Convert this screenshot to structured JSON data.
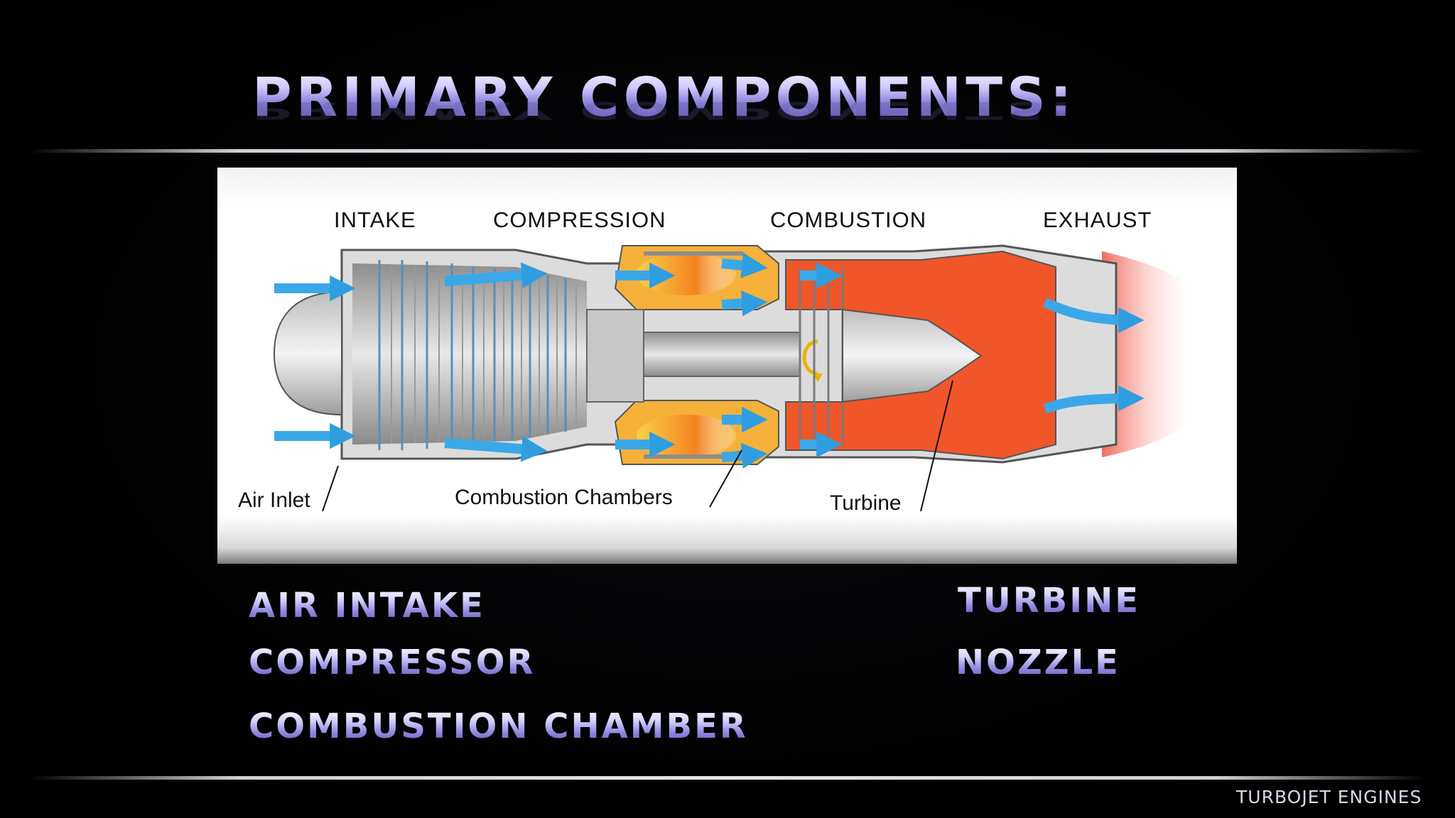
{
  "slide": {
    "title": "PRIMARY COMPONENTS:",
    "footer": "TURBOJET ENGINES"
  },
  "diagram": {
    "stages": [
      "INTAKE",
      "COMPRESSION",
      "COMBUSTION",
      "EXHAUST"
    ],
    "callouts": {
      "air_inlet": "Air Inlet",
      "combustion_chambers": "Combustion Chambers",
      "turbine": "Turbine"
    },
    "colors": {
      "air_flow": "#3aa8e8",
      "casing": "#9a9a9a",
      "hot_section": "#f0562a",
      "combustion": "#f5a623",
      "exhaust_plume": "#f7a39a"
    }
  },
  "components": {
    "left": [
      "AIR INTAKE",
      "COMPRESSOR",
      "COMBUSTION CHAMBER"
    ],
    "right": [
      "TURBINE",
      "NOZZLE"
    ]
  }
}
